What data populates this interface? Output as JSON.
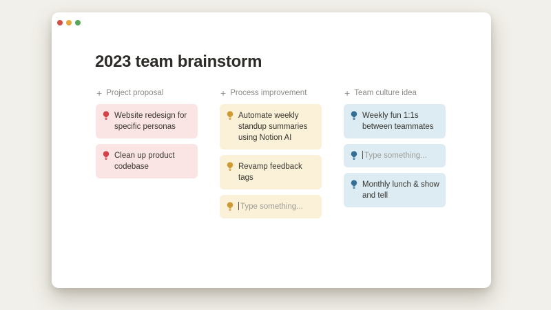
{
  "window": {
    "traffic_lights": [
      {
        "name": "close",
        "color": "#d64f47"
      },
      {
        "name": "minimize",
        "color": "#e7a63a"
      },
      {
        "name": "zoom",
        "color": "#57a75a"
      }
    ]
  },
  "page": {
    "title": "2023 team brainstorm"
  },
  "board": {
    "plus_icon": "+",
    "bulb_icon_name": "lightbulb-icon",
    "columns": [
      {
        "label": "Project proposal",
        "colors": {
          "card_bg": "#fae4e4",
          "bulb": "#d2424a"
        },
        "cards": [
          {
            "text": "Website redesign for specific personas",
            "is_placeholder": false
          },
          {
            "text": "Clean up product codebase",
            "is_placeholder": false
          }
        ]
      },
      {
        "label": "Process improvement",
        "colors": {
          "card_bg": "#faf1d8",
          "bulb": "#cf9a33"
        },
        "cards": [
          {
            "text": "Automate weekly standup summaries using Notion AI",
            "is_placeholder": false
          },
          {
            "text": "Revamp feedback tags",
            "is_placeholder": false
          },
          {
            "text": "Type something...",
            "is_placeholder": true
          }
        ]
      },
      {
        "label": "Team culture idea",
        "colors": {
          "card_bg": "#ddecf3",
          "bulb": "#336e96"
        },
        "cards": [
          {
            "text": "Weekly fun 1:1s between teammates",
            "is_placeholder": false
          },
          {
            "text": "Type something...",
            "is_placeholder": true
          },
          {
            "text": "Monthly lunch & show and tell",
            "is_placeholder": false
          }
        ]
      }
    ]
  }
}
